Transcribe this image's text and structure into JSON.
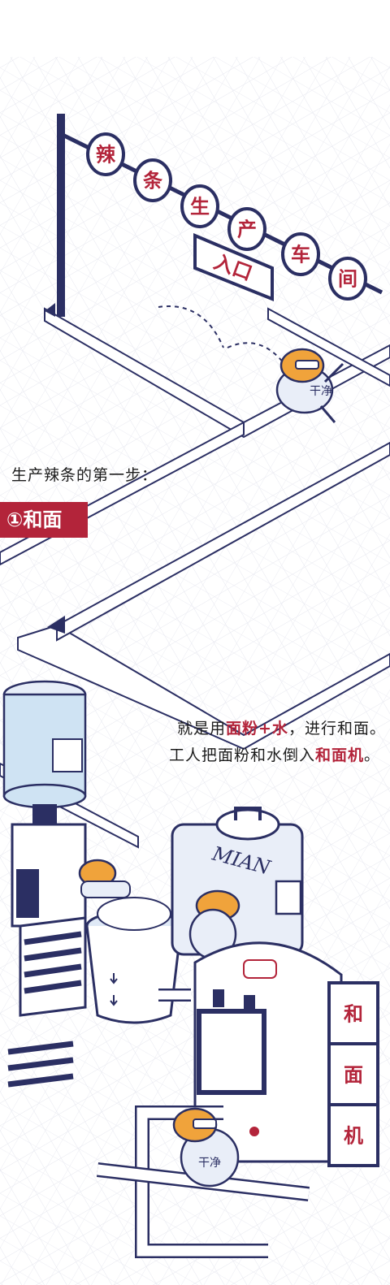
{
  "sign": {
    "chars": [
      "辣",
      "条",
      "生",
      "产",
      "车",
      "间"
    ],
    "plaque": "入口"
  },
  "intro": {
    "text": "生产辣条的第一步："
  },
  "step": {
    "label": "①和面"
  },
  "desc": {
    "line1": {
      "pre": "就是用",
      "em1": "面粉+水",
      "post": "，进行和面。"
    },
    "line2": {
      "pre": "工人把面粉和水倒入",
      "em": "和面机",
      "post": "。"
    }
  },
  "machine": {
    "label_chars": [
      "和",
      "面",
      "机"
    ],
    "tank_text": "MIAN"
  },
  "worker": {
    "badge": "干净"
  },
  "colors": {
    "navy": "#2b2f63",
    "red": "#b3243a",
    "grid": "#e6e7ef",
    "skin": "#f0a33b",
    "suit": "#e9eef8"
  }
}
